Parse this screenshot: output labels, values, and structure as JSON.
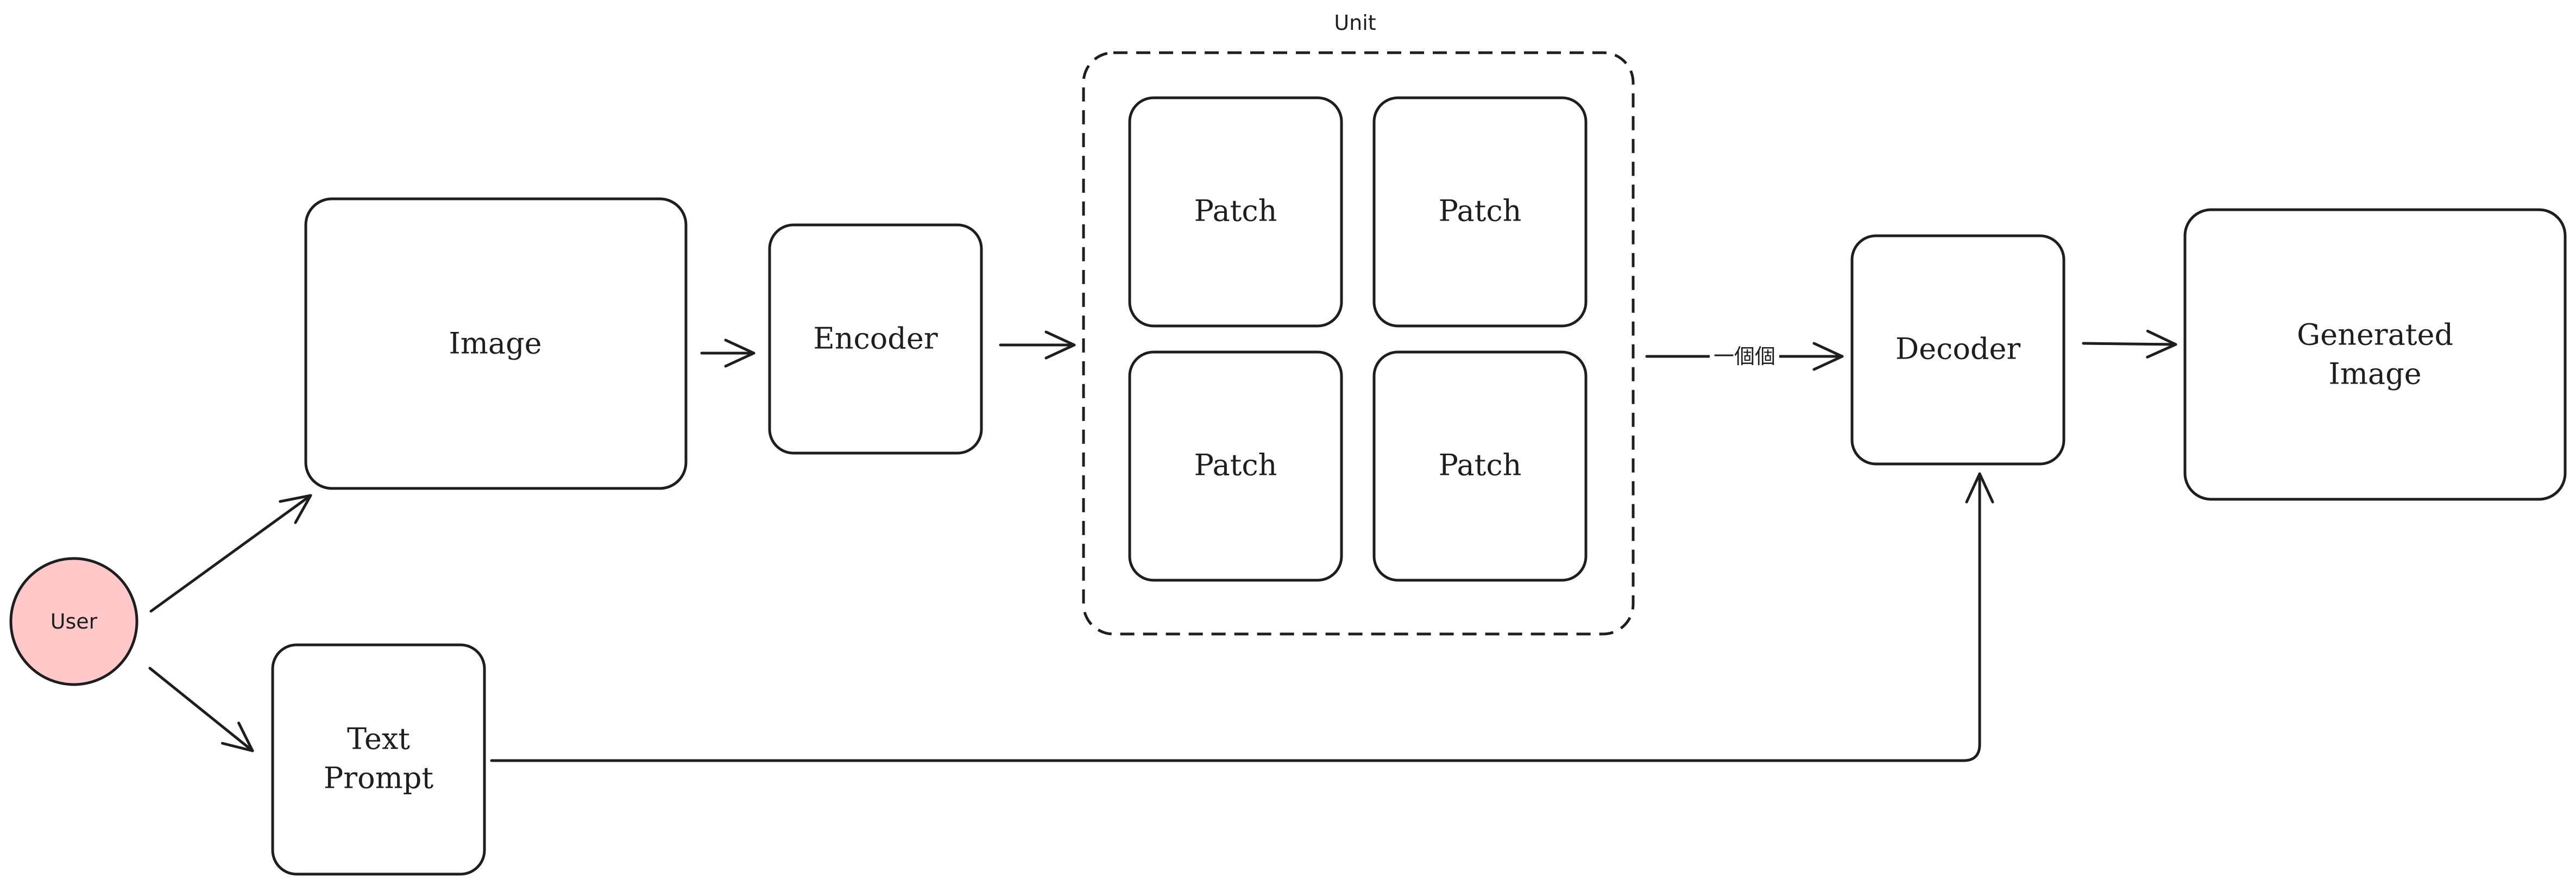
{
  "diagram": {
    "group": {
      "label": "Unit"
    },
    "nodes": {
      "user": {
        "label": "User",
        "fill": "#ffc9c9"
      },
      "image": {
        "label": "Image"
      },
      "encoder": {
        "label": "Encoder"
      },
      "patch_1": {
        "label": "Patch"
      },
      "patch_2": {
        "label": "Patch"
      },
      "patch_3": {
        "label": "Patch"
      },
      "patch_4": {
        "label": "Patch"
      },
      "decoder": {
        "label": "Decoder"
      },
      "generated": {
        "label_line1": "Generated",
        "label_line2": "Image"
      },
      "text_prompt": {
        "label_line1": "Text",
        "label_line2": "Prompt"
      }
    },
    "edges": [
      {
        "from": "User",
        "to": "Image"
      },
      {
        "from": "User",
        "to": "Text Prompt"
      },
      {
        "from": "Image",
        "to": "Encoder"
      },
      {
        "from": "Encoder",
        "to": "Unit"
      },
      {
        "from": "Unit",
        "to": "Decoder",
        "label": "一個個"
      },
      {
        "from": "Decoder",
        "to": "Generated Image"
      },
      {
        "from": "Text Prompt",
        "to": "Decoder"
      }
    ]
  }
}
